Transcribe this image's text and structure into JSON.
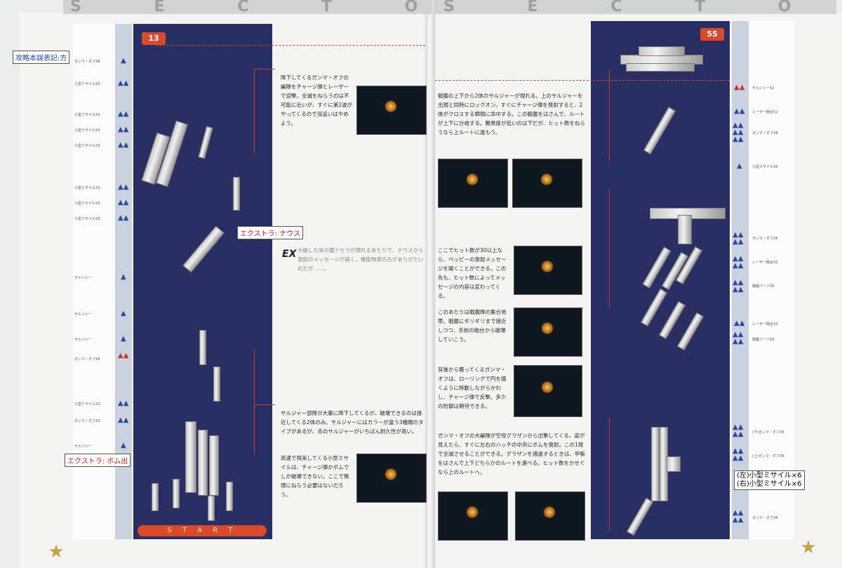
{
  "header": {
    "left_text": "S E C T O R · Y",
    "right_text": "S E C T O R · Y"
  },
  "badges": {
    "left": "13",
    "right": "55"
  },
  "start_label": "S T A R T",
  "ex_mark": "EX",
  "callouts": {
    "errata": "攻略本誤表記:方",
    "extra_nous": "エクストラ: ナウス",
    "extra_bomb": "エクストラ: ボム出",
    "missiles": [
      "(左)小型ミサイル×6",
      "(右)小型ミサイル×6"
    ]
  },
  "legend_left": [
    "ガンマ・オフX8",
    "小型ミサイルX3",
    "小型ミサイルX3",
    "小型ミサイルX3",
    "小型ミサイルX3",
    "小型ミサイルX3",
    "小型ミサイルX3",
    "小型ミサイルX3",
    "サルジャー",
    "サルジャー",
    "サルジャー",
    "ガンマ・オフX8",
    "小型ミサイルX3",
    "ガンマ・オフX2",
    "サルジャー"
  ],
  "legend_right": [
    "サルジャーX2",
    "レーザー砲台X2",
    "ガンマ・オフX8",
    "小型ミサイルX6",
    "ガンマ・オフX6",
    "レーザー砲台X2",
    "戦艦パーツX6",
    "レーザー砲台X2",
    "戦艦パーツX6",
    "(下)ガンマ・オフX6",
    "(上)ガンマ・オフX6",
    "ガンマ・オフX6"
  ],
  "text": {
    "left_1": "降下してくるガンマ・オフの編隊をチャージ弾とレーザーで迎撃。全滅をねらうのは不可能に近いが、すぐに第2波がやってくるので深追いはやめよう。",
    "left_ex": "大破した味方艦テセラが現れるあたりで、ナウスから激励のメッセージが届く。機能物資の方がありがたいのだが……。",
    "left_2": "サルジャー部隊が大量に降下してくるが、破壊できるのは接近してくる2体のみ。サルジャーにはカラーが違う3種類のタイプがあるが、赤のサルジャーがいちばん耐久性が高い。",
    "left_3": "高速で飛来してくる小型ミサイルは、チャージ弾かボムでしか破壊できない。ここで無理にねらう必要はないだろう。",
    "right_1": "戦艦の上下から2体のサルジャーが現れる。上のサルジャーを出現と同時にロックオン。すぐにチャージ弾を発射すると、2体がクロスする瞬間に命中する。この戦艦をはさんで、ルートが上下に分岐する。難易度が低いのは下だが、ヒット数をねらうなら上ルートに進もう。",
    "right_2": "ここでヒット数が30以上なら、ペッピーの激励メッセージを聞くことができる。この先も、ヒット数によってメッセージの内容は変わってくる。",
    "right_3": "このあたりは戦艦隊の集合地帯。戦艦にギリギリまで接近しつつ、手前の砲台から破壊していこう。",
    "right_4": "背後から襲ってくるガンマ・オフは、ローリングで円を描くように移動しながらかわし、チャージ弾で反撃。多少の防御は期待できる。",
    "right_5": "ガンマ・オフの大編隊が空母グラザンから出撃してくる。姿が見えたら、すぐに左右のハッチの中央にボムを発射。この1発で全滅させることができる。グラザンを通過するときは、甲板をはさんで上下どちらかのルートを選べる。ヒット数をかせぐなら上のルートへ。"
  }
}
